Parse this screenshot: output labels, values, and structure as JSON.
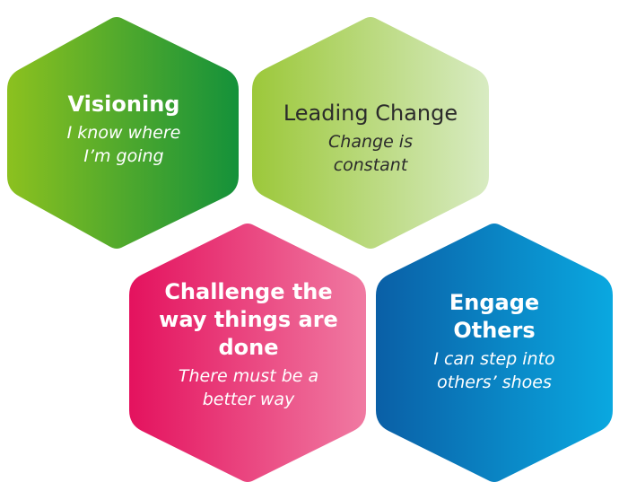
{
  "hexagons": [
    {
      "id": "visioning",
      "title": "Visioning",
      "subtitle": "I know where\nI’m going",
      "color_start": "#8cc11f",
      "color_end": "#14913a"
    },
    {
      "id": "leading-change",
      "title": "Leading Change",
      "subtitle": "Change is\nconstant",
      "color_start": "#9cc83a",
      "color_end": "#d8ebc2"
    },
    {
      "id": "challenge",
      "title": "Challenge the\nway things are\ndone",
      "subtitle": "There must be a\nbetter way",
      "color_start": "#e4125e",
      "color_end": "#f07aa2"
    },
    {
      "id": "engage-others",
      "title": "Engage\nOthers",
      "subtitle": "I can step into\nothers’ shoes",
      "color_start": "#0a5fa6",
      "color_end": "#0aa8e0"
    }
  ]
}
